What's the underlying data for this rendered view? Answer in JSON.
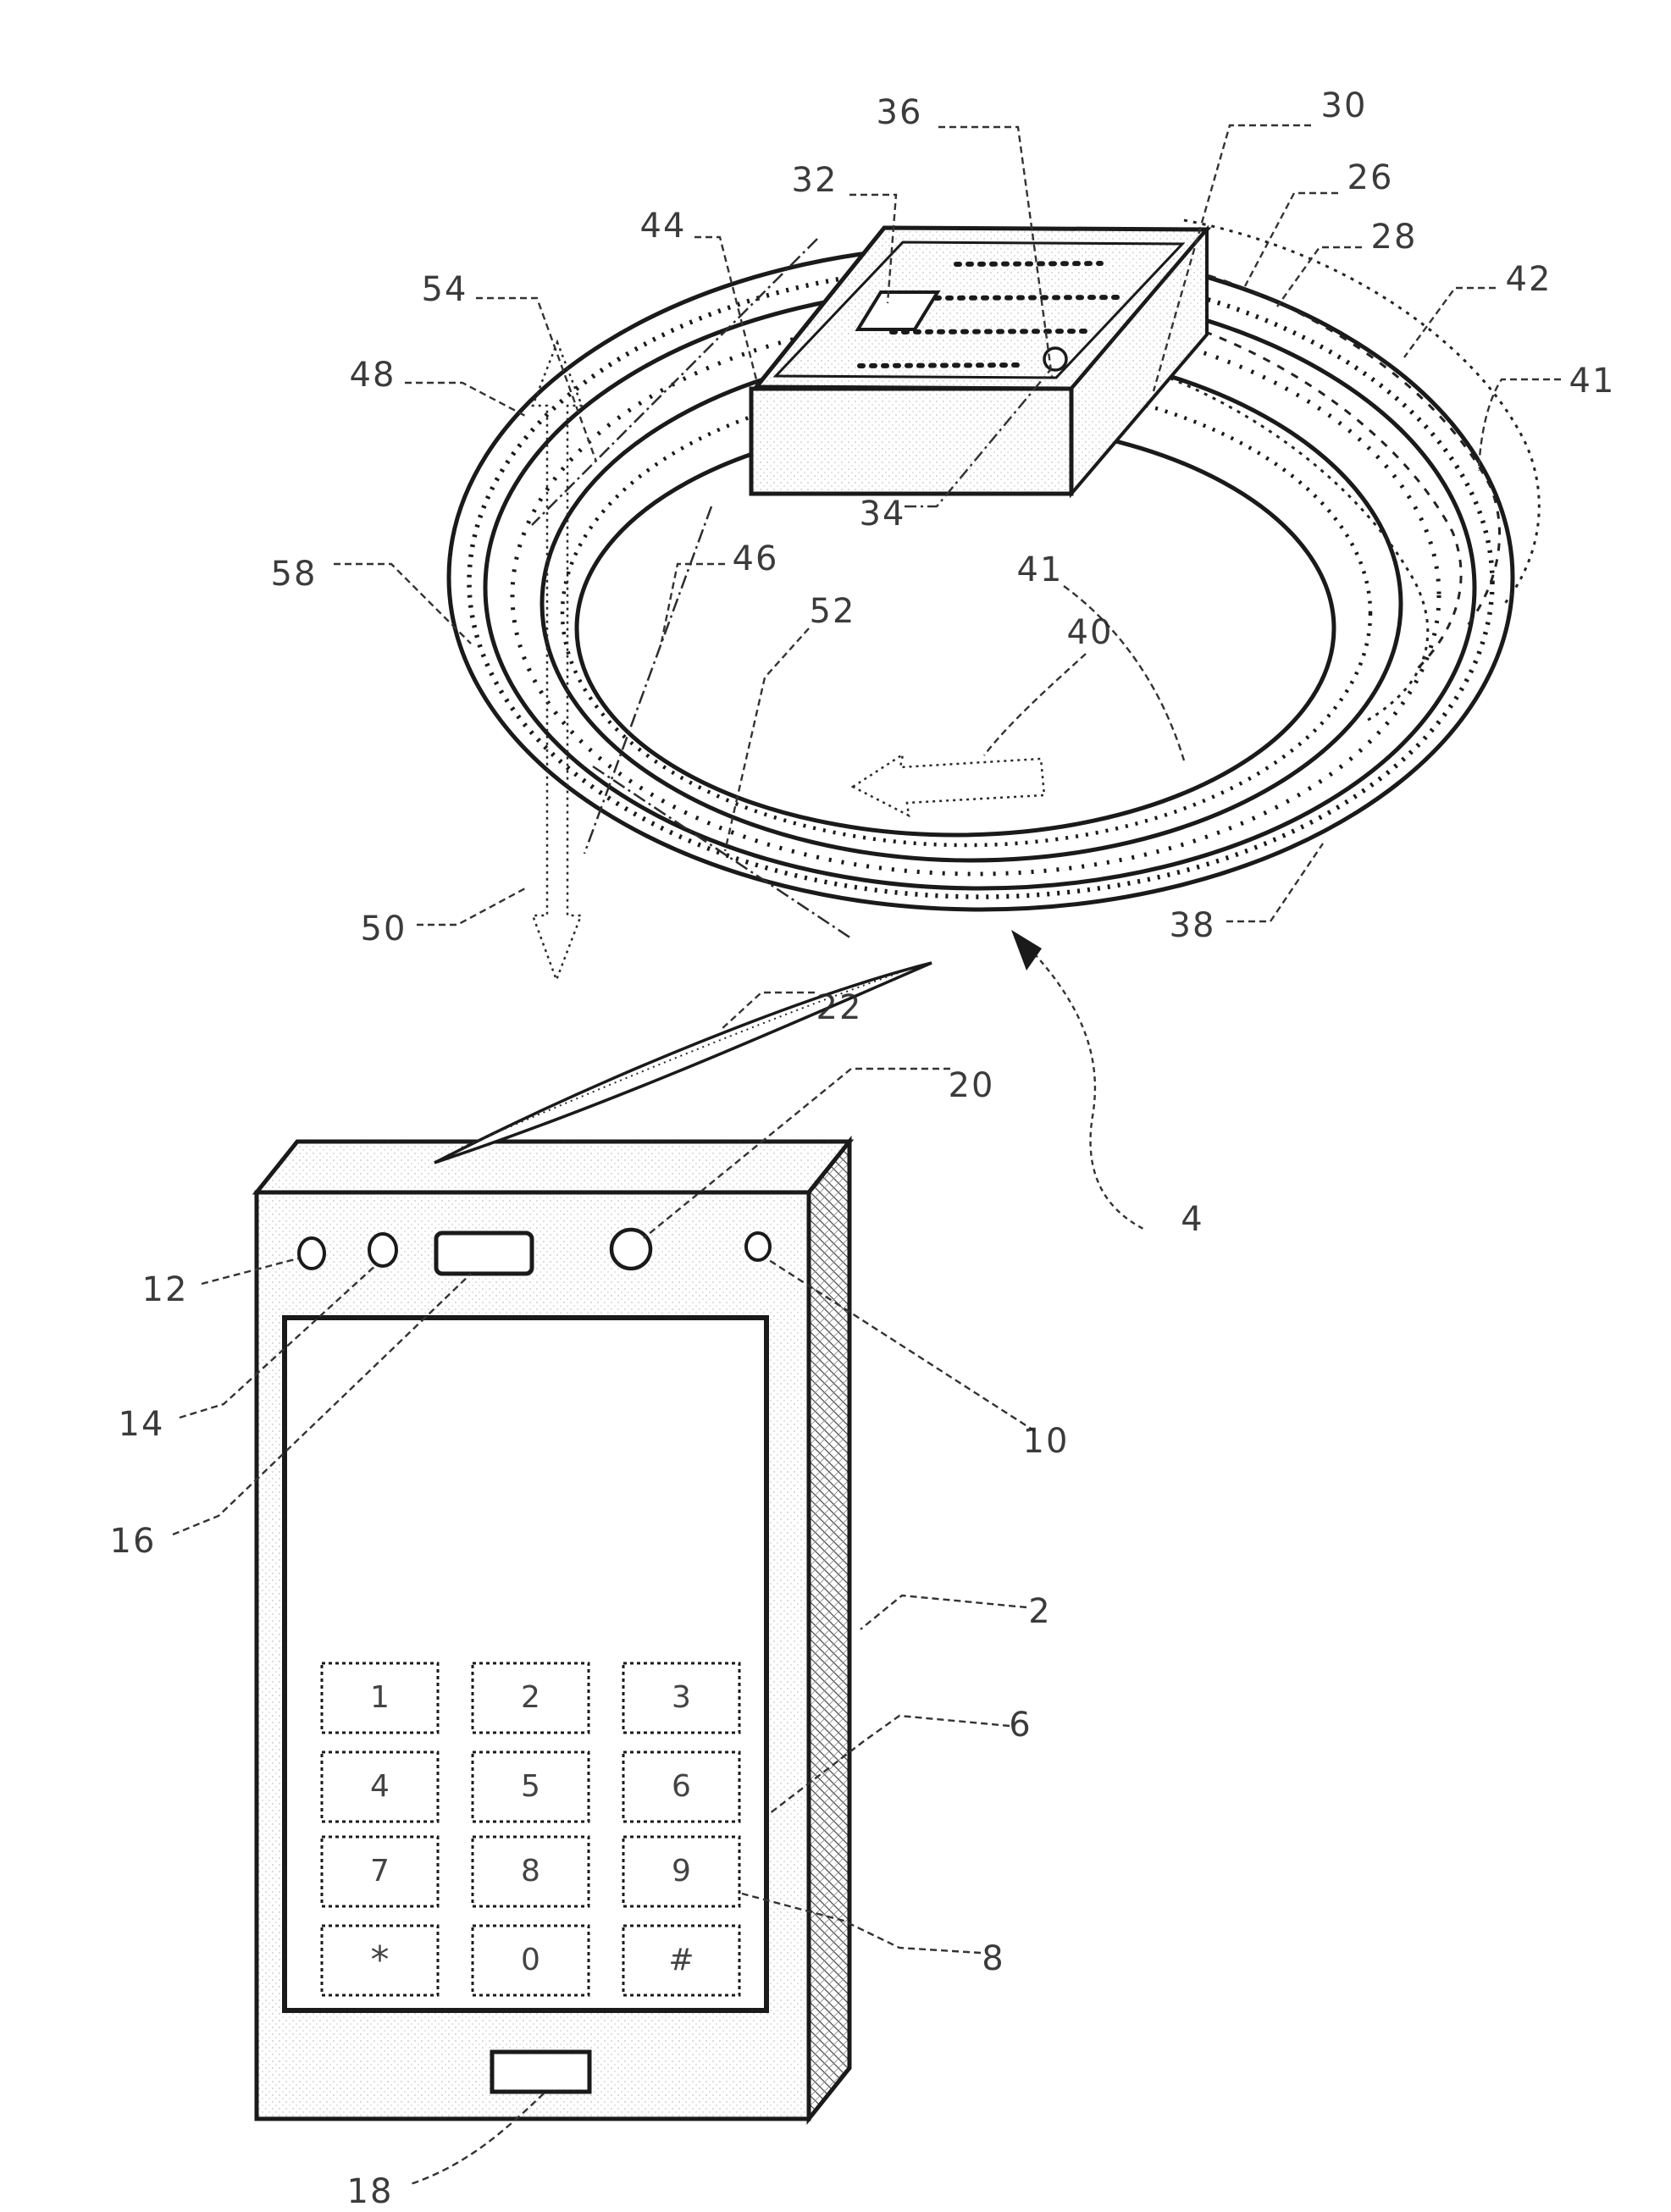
{
  "figure": {
    "reference_labels": {
      "l2": "2",
      "l4": "4",
      "l6": "6",
      "l8": "8",
      "l10": "10",
      "l12": "12",
      "l14": "14",
      "l16": "16",
      "l18": "18",
      "l20": "20",
      "l22": "22",
      "l26": "26",
      "l28": "28",
      "l30": "30",
      "l32": "32",
      "l34": "34",
      "l36": "36",
      "l38": "38",
      "l40": "40",
      "l41a": "41",
      "l41b": "41",
      "l42": "42",
      "l44": "44",
      "l46": "46",
      "l48": "48",
      "l50": "50",
      "l52": "52",
      "l54": "54",
      "l58": "58"
    }
  },
  "phone": {
    "keypad": {
      "keys": [
        "1",
        "2",
        "3",
        "4",
        "5",
        "6",
        "7",
        "8",
        "9",
        "*",
        "0",
        "#"
      ]
    }
  },
  "colors": {
    "ink": "#1a1a1a",
    "leader": "#333333",
    "paper": "#ffffff"
  }
}
